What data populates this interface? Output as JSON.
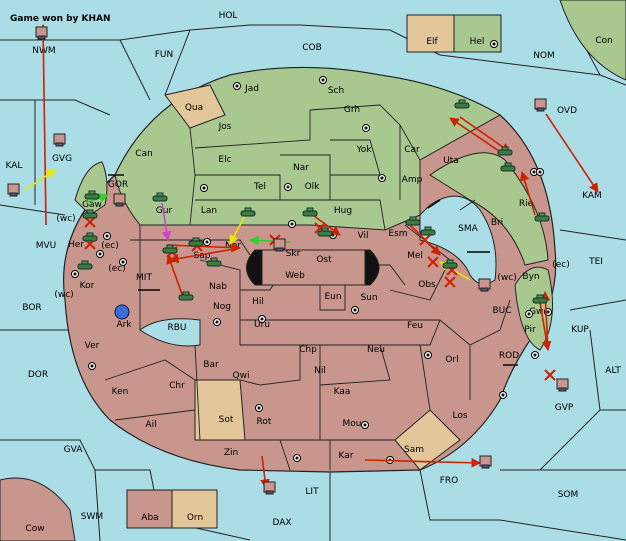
{
  "title": "Game won by KHAN",
  "colors": {
    "sea": "#aadde6",
    "land_red": "#c8968c",
    "land_green": "#a8c890",
    "land_tan": "#e3c79a",
    "border": "#222222",
    "move_arrow": "#cc2200",
    "support_arrow": "#e8e800",
    "green_arrow": "#33cc33",
    "purple_arrow": "#cc44cc"
  },
  "sea_labels": [
    "FUN",
    "COB",
    "NOM",
    "Con",
    "OVD",
    "KAM",
    "TEI",
    "ALT",
    "SOM",
    "FRO",
    "LIT",
    "DAX",
    "SWM",
    "Cow",
    "GVA",
    "DOR",
    "BOR",
    "KAL",
    "MVU",
    "NWM",
    "GVG",
    "GOR",
    "MIT",
    "RBU",
    "BUC",
    "ROD",
    "GVP",
    "KUP",
    "SMA",
    "HOL"
  ],
  "land_labels": [
    "Jad",
    "Sch",
    "Qua",
    "Jos",
    "Grh",
    "Can",
    "Yok",
    "Car",
    "Elc",
    "Nar",
    "Uta",
    "Tel",
    "Olk",
    "Amp",
    "Lan",
    "Gur",
    "Hug",
    "Gaw",
    "Esm",
    "Bri",
    "Vil",
    "Nor",
    "Skr",
    "Her",
    "Sap",
    "Ost",
    "Mel",
    "Rie",
    "Web",
    "Kor",
    "Nab",
    "Obs",
    "Byn",
    "Eun",
    "Hil",
    "Sun",
    "Nog",
    "Ark",
    "Uru",
    "Feu",
    "Gwe",
    "Pir",
    "Ver",
    "Chp",
    "Neu",
    "Bar",
    "Orl",
    "Qwi",
    "Nil",
    "Chr",
    "Ken",
    "Kaa",
    "Sot",
    "Rot",
    "Los",
    "Ail",
    "Mou",
    "Sam",
    "Zin",
    "Kar",
    "Elf",
    "Hel",
    "Aba",
    "Orn"
  ],
  "markers": [
    "(wc)",
    "(ec)",
    "(ec)",
    "(wc)",
    "(wc)",
    "(ec)"
  ],
  "units": [
    "tank",
    "tank",
    "tank",
    "tank",
    "tank",
    "tank",
    "tank",
    "tank",
    "tank",
    "tank",
    "tank",
    "tank",
    "tank",
    "tank",
    "tank",
    "tank",
    "tank",
    "tank",
    "tank",
    "tank",
    "fleet"
  ],
  "icons": [
    "supply-center-icon",
    "tank-icon",
    "fleet-icon",
    "flag-icon",
    "dislodge-cross-icon"
  ]
}
